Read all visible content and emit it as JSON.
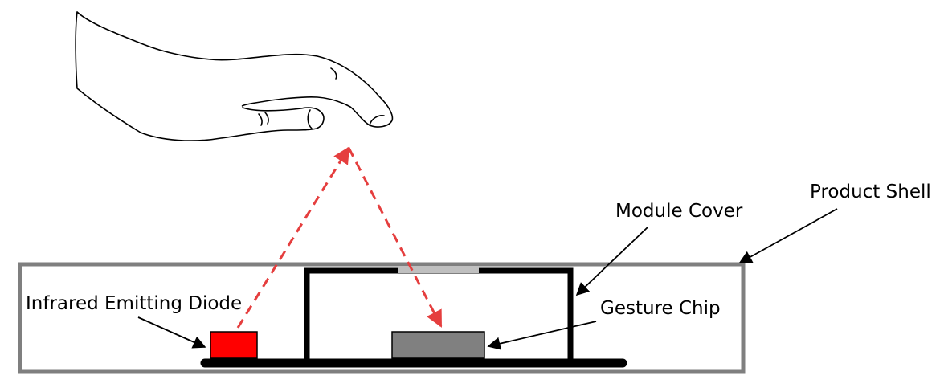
{
  "labels": {
    "product_shell": "Product Shell",
    "module_cover": "Module Cover",
    "gesture_chip": "Gesture Chip",
    "infrared_emitting_diode": "Infrared Emitting Diode"
  },
  "colors": {
    "shell": "#7f7f7f",
    "ir_diode": "#ff0000",
    "ir_beam": "#e53e3e",
    "gesture_chip": "#808080",
    "structure": "#000000"
  }
}
